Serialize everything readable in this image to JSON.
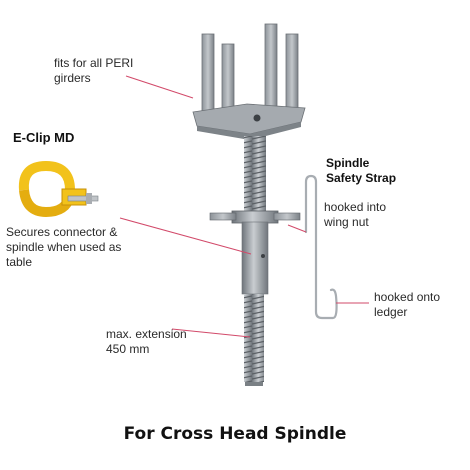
{
  "labels": {
    "fits_girders": "fits for all PERI girders",
    "eclip_title": "E-Clip MD",
    "eclip_desc": "Secures connector & spindle when used as table",
    "strap_title": "Spindle Safety Strap",
    "hooked_wing": "hooked into wing nut",
    "hooked_ledger": "hooked onto ledger",
    "max_extension": "max. extension 450 mm"
  },
  "caption": "For Cross Head Spindle",
  "colors": {
    "leader_line": "#d24a6a",
    "steel": "#9aa0a6",
    "clip_yellow": "#f2c21b"
  }
}
